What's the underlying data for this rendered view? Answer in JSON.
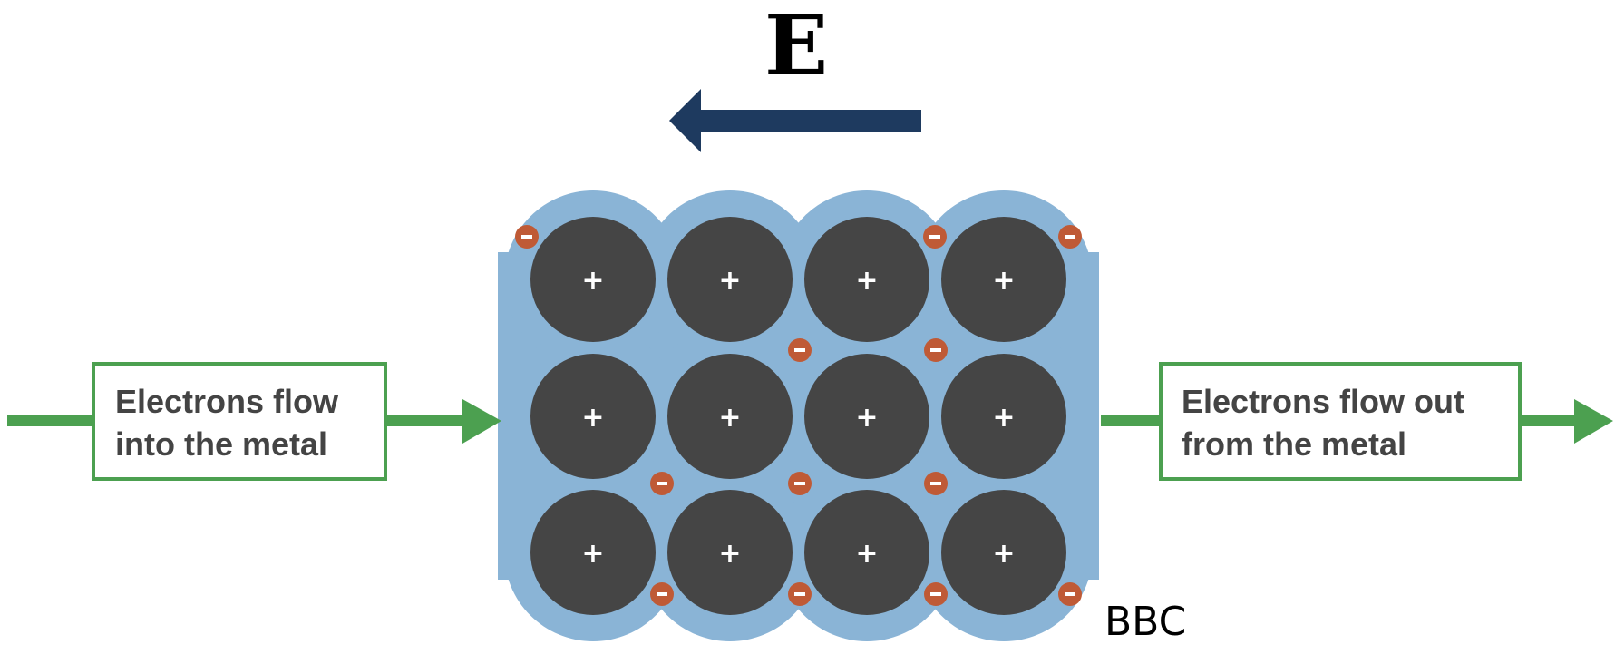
{
  "field": {
    "label": "E",
    "arrow_direction": "left",
    "arrow_color": "#1e3a5f"
  },
  "lattice": {
    "rows": 3,
    "cols": 4,
    "ion_charge": "+",
    "electron_charge": "−",
    "ion_color": "#454545",
    "sea_color": "#8ab4d6",
    "electron_color": "#bf5a36"
  },
  "left_box": {
    "line1": "Electrons flow",
    "line2": "into the metal"
  },
  "right_box": {
    "line1": "Electrons flow out",
    "line2": "from the metal"
  },
  "flow_color": "#4ca050",
  "credit": "BBC"
}
